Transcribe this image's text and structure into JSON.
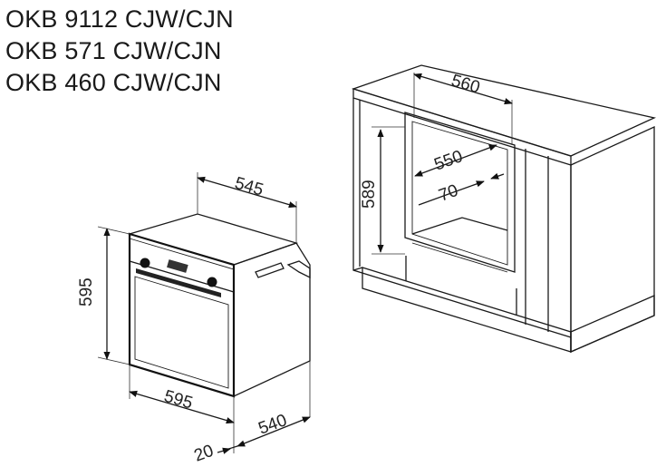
{
  "models": [
    "OKB 9112 CJW/CJN",
    "OKB 571 CJW/CJN",
    "OKB 460 CJW/CJN"
  ],
  "oven_dimensions": {
    "width": "595",
    "height": "595",
    "depth_top": "545",
    "depth_bottom": "540",
    "front_protrusion": "20"
  },
  "niche_dimensions": {
    "width": "560",
    "inner_width": "550",
    "height": "589",
    "vent_gap": "70"
  }
}
